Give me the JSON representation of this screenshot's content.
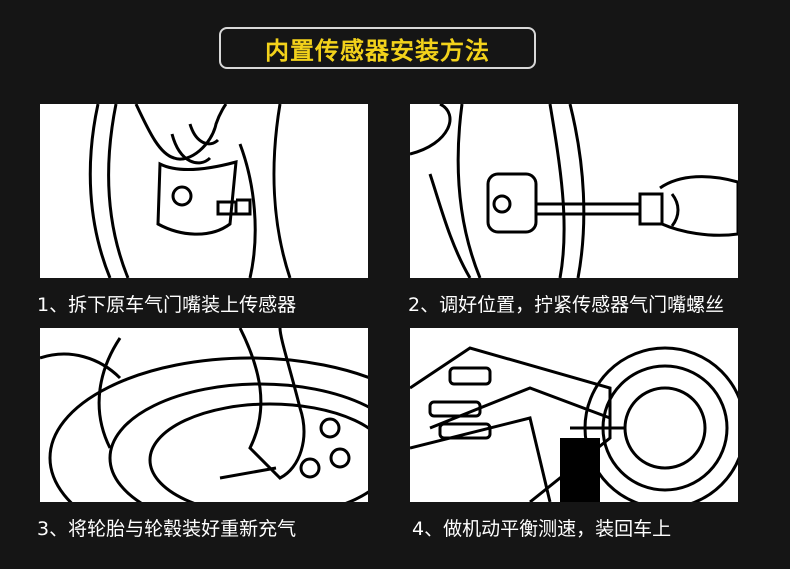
{
  "title": "内置传感器安装方法",
  "steps": [
    {
      "caption": "1、拆下原车气门嘴装上传感器",
      "icon": "hand-removing-valve-illustration"
    },
    {
      "caption": "2、调好位置，拧紧传感器气门嘴螺丝",
      "icon": "wrench-tightening-sensor-illustration"
    },
    {
      "caption": "3、将轮胎与轮毂装好重新充气",
      "icon": "tire-mounting-illustration"
    },
    {
      "caption": "4、做机动平衡测速，装回车上",
      "icon": "wheel-balancer-illustration"
    }
  ],
  "colors": {
    "background": "#151515",
    "title": "#f3d21b",
    "caption": "#ffffff",
    "border": "#d8d8d8"
  }
}
